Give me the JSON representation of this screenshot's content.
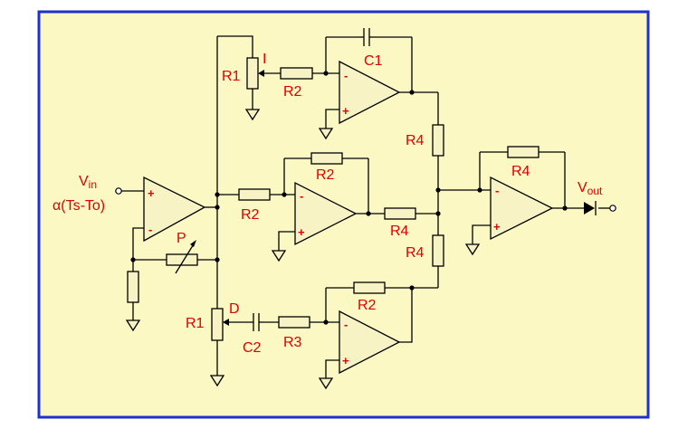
{
  "diagram": {
    "colors": {
      "frame": "#1f2fd0",
      "background": "#fbf8c4",
      "label": "#e00000",
      "wire": "#000000"
    },
    "labels": {
      "vin_main": "V",
      "vin_sub": "in",
      "vin_expr": "α(Ts-To)",
      "vout_main": "V",
      "vout_sub": "out",
      "r1_top": "R1",
      "i": "I",
      "r2_top": "R2",
      "c1": "C1",
      "r4_upper": "R4",
      "r2_mid_fb": "R2",
      "r2_mid_in": "R2",
      "r4_mid": "R4",
      "r4_lower": "R4",
      "r4_out_fb": "R4",
      "p": "P",
      "r1_bottom": "R1",
      "d": "D",
      "c2": "C2",
      "r3": "R3",
      "r2_bottom": "R2"
    },
    "signs": {
      "plus": "+",
      "minus": "-"
    }
  }
}
